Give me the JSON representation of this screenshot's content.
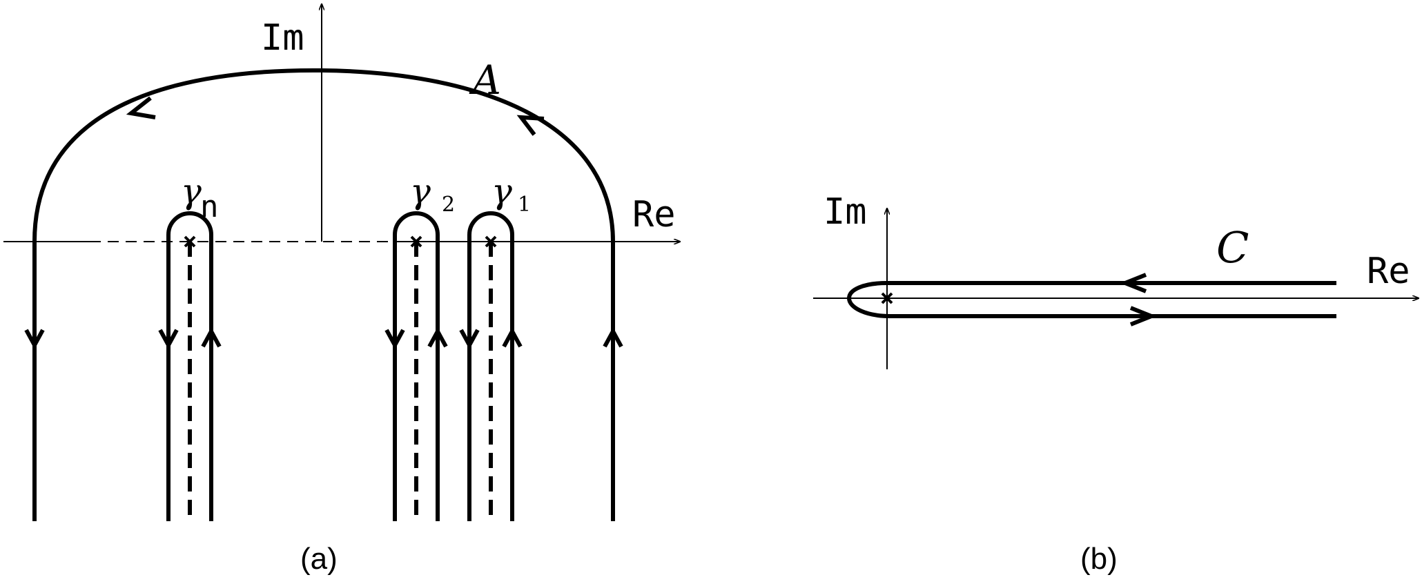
{
  "panel_a": {
    "axis_im": "Im",
    "axis_re": "Re",
    "contour_label": "A",
    "gamma_n": {
      "letter": "γ",
      "sub": "n"
    },
    "gamma_2": {
      "letter": "γ",
      "sub": "2"
    },
    "gamma_1": {
      "letter": "γ",
      "sub": "1"
    },
    "caption": "(a)"
  },
  "panel_b": {
    "axis_im": "Im",
    "axis_re": "Re",
    "contour_label": "C",
    "caption": "(b)"
  },
  "colors": {
    "ink": "#000000",
    "background": "#ffffff"
  }
}
